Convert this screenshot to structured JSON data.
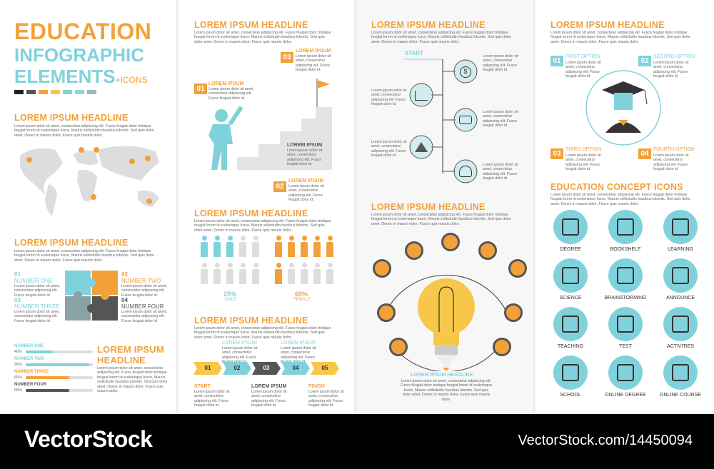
{
  "title": {
    "line1": "EDUCATION",
    "line2": "INFOGRAPHIC",
    "line3": "ELEMENTS",
    "suffix": "+ICONS"
  },
  "swatches": [
    "#222222",
    "#555555",
    "#f2a13a",
    "#f7c74a",
    "#7fd2dc",
    "#8ad7de",
    "#a5b4b8"
  ],
  "headline": "LOREM IPSUM HEADLINE",
  "lorem": "Lorem ipsum dolor sit amet, consectetur adipiscing elit. Fusce feugiat dolor tristique feugiat lorem id scelerisque fusce, Mauris sollicitudin faucibus lobortis. Sed quis dolor amet. Donec in mauris dolor, Fusce quis mauris dolor.",
  "lorem_short": "Lorem ipsum dolor sit amet, consectetur adipiscing elit. Fusce feugiat dolor id.",
  "puzzle": {
    "items": [
      {
        "num": "01",
        "label": "NUMBER ONE"
      },
      {
        "num": "02",
        "label": "NUMBER TWO"
      },
      {
        "num": "03",
        "label": "NUMBER THREE"
      },
      {
        "num": "04",
        "label": "NUMBER FOUR"
      }
    ]
  },
  "progress": {
    "items": [
      {
        "label": "NUMBER ONE",
        "value": "40%",
        "fraction": 0.4,
        "color": "#7fd2dc"
      },
      {
        "label": "NUMBER TWO",
        "value": "95%",
        "fraction": 0.95,
        "color": "#7fd2dc"
      },
      {
        "label": "NUMBER THREE",
        "value": "65%",
        "fraction": 0.65,
        "color": "#f2a13a"
      },
      {
        "label": "NUMBER FOUR",
        "value": "65%",
        "fraction": 0.65,
        "color": "#555555"
      }
    ],
    "headline1": "LOREM IPSUM",
    "headline2": "HEADLINE"
  },
  "stairs": {
    "s01": "01",
    "s02": "02",
    "s03": "03",
    "lorem_ipsum": "LOREM IPSUM"
  },
  "gender": {
    "male_pct": "25%",
    "male": "MALE",
    "female_pct": "65%",
    "female": "FEMALE"
  },
  "timeline": {
    "steps": [
      "01",
      "02",
      "03",
      "04",
      "05"
    ],
    "start": "START",
    "finish": "FINISH",
    "lorem_ipsum": "LOREM IPSUM"
  },
  "flow": {
    "start": "START"
  },
  "bulb": {
    "caption": "LOREM IPSUM HEADLINE"
  },
  "options": [
    {
      "num": "01",
      "label": "FIRST OPTION"
    },
    {
      "num": "02",
      "label": "SECOND OPTION"
    },
    {
      "num": "03",
      "label": "THIRD OPTION"
    },
    {
      "num": "04",
      "label": "FOURTH OPTION"
    }
  ],
  "concept": {
    "title": "EDUCATION CONCEPT ICONS",
    "icons": [
      {
        "label": "DEGREE"
      },
      {
        "label": "BOOKSHELF"
      },
      {
        "label": "LEARNING"
      },
      {
        "label": "SCIENCE"
      },
      {
        "label": "BRAINSTORMING"
      },
      {
        "label": "ANNOUNCE"
      },
      {
        "label": "TEACHING"
      },
      {
        "label": "TEST"
      },
      {
        "label": "ACTIVITIES"
      },
      {
        "label": "SCHOOL"
      },
      {
        "label": "ONLINE DEGREE"
      },
      {
        "label": "ONLINE COURSE"
      }
    ]
  },
  "watermark": {
    "left": "VectorStock",
    "right": "VectorStock.com/14450094"
  }
}
